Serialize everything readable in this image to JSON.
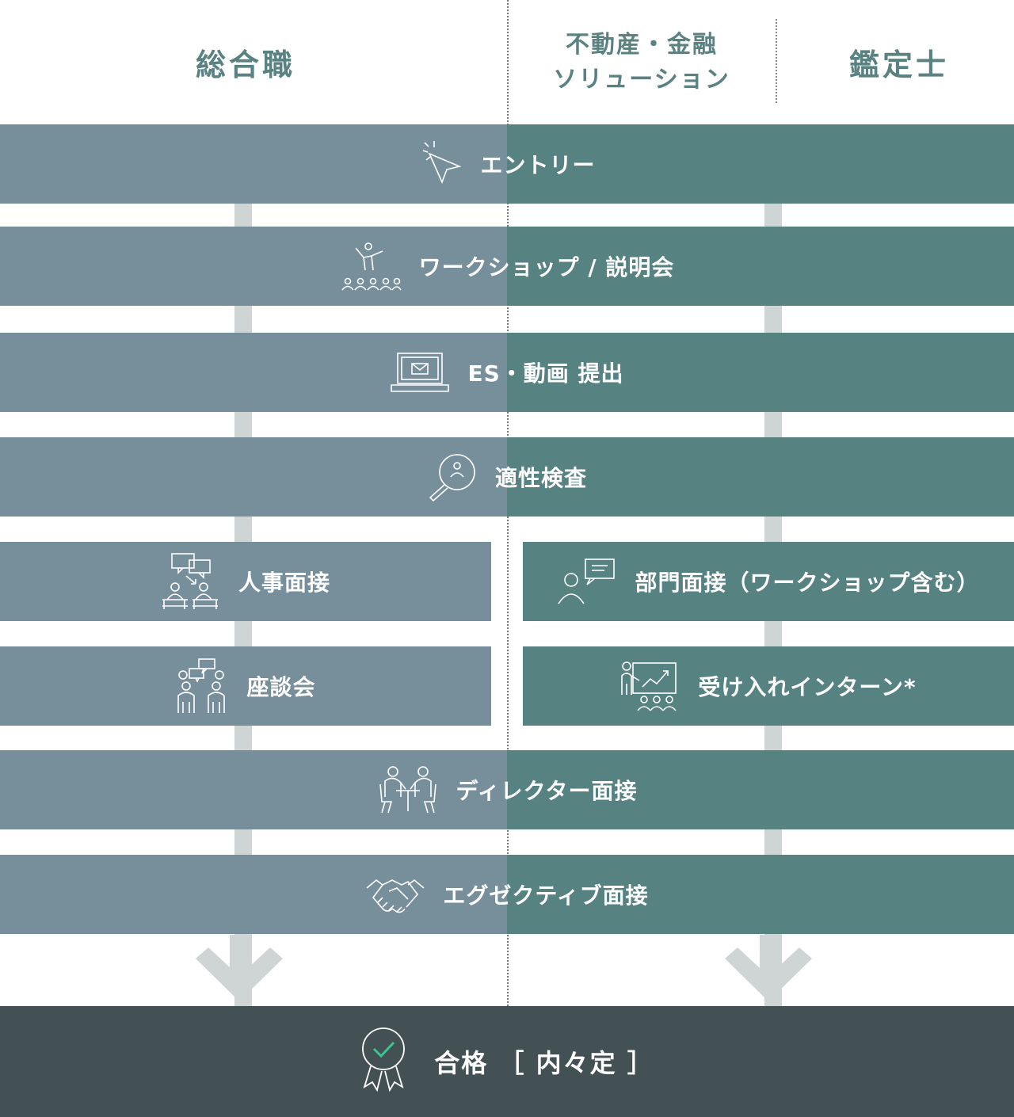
{
  "header": {
    "general": "総合職",
    "realestate_line1": "不動産・金融",
    "realestate_line2": "ソリューション",
    "appraiser": "鑑定士"
  },
  "steps": {
    "entry": "エントリー",
    "workshop": "ワークショップ / 説明会",
    "es_video": "ES・動画 提出",
    "aptitude": "適性検査",
    "hr_interview": "人事面接",
    "dept_interview": "部門面接（ワークショップ含む）",
    "roundtable": "座談会",
    "internship": "受け入れインターン*",
    "director_interview": "ディレクター面接",
    "executive_interview": "エグゼクティブ面接"
  },
  "result": {
    "label": "合格 ［ 内々定 ］"
  },
  "colors": {
    "general_bar": "#778e9b",
    "specialist_bar": "#568282",
    "connector": "#cfd4d5",
    "result_bar": "#435155",
    "header_text": "#5a8282",
    "check": "#3ec28f"
  },
  "icons": {
    "entry": "cursor-click-icon",
    "workshop": "presenter-audience-icon",
    "es_video": "laptop-mail-icon",
    "aptitude": "magnifier-person-icon",
    "hr_interview": "interview-chat-icon",
    "dept_interview": "person-speech-icon",
    "roundtable": "discussion-icon",
    "internship": "presentation-board-icon",
    "director_interview": "meeting-table-icon",
    "executive_interview": "handshake-icon",
    "result": "award-badge-icon"
  }
}
